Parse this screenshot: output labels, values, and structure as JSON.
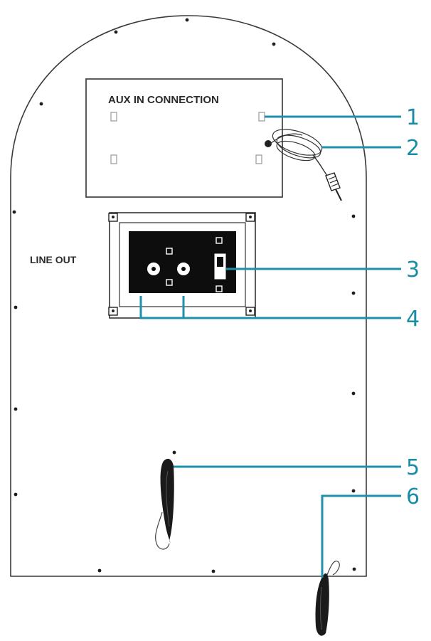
{
  "labels": {
    "aux_in": "AUX IN CONNECTION",
    "line_out": "LINE OUT"
  },
  "callouts": [
    {
      "number": "1"
    },
    {
      "number": "2"
    },
    {
      "number": "3"
    },
    {
      "number": "4"
    },
    {
      "number": "5"
    },
    {
      "number": "6"
    }
  ],
  "colors": {
    "leader": "#1f8fab",
    "callout_text": "#1a8ca8",
    "outline": "#333333",
    "jack_panel": "#0d0d0d",
    "cable": "#1a1a1a"
  }
}
